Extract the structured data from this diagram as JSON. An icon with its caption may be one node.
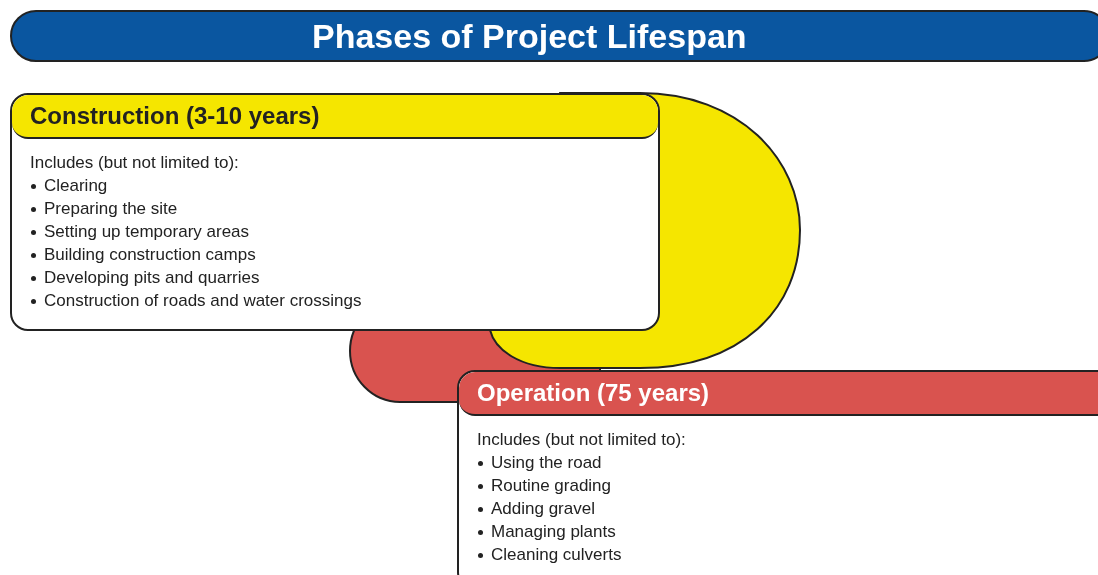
{
  "diagram": {
    "title": "Phases of Project Lifespan",
    "nodes": [
      {
        "text": [
          "Construction (3-10 years)",
          "Includes (but not limited to):",
          "Clearing",
          "Preparing the site",
          "Setting up temporary areas",
          "Building construction camps",
          "Developing pits and quarries",
          "Construction of roads and water crossings"
        ]
      },
      {
        "text": [
          "Operation (75 years)",
          "Includes (but not limited to):",
          "Using the road",
          "Routine grading",
          "Adding gravel",
          "Managing plants",
          "Cleaning culverts"
        ]
      }
    ]
  }
}
